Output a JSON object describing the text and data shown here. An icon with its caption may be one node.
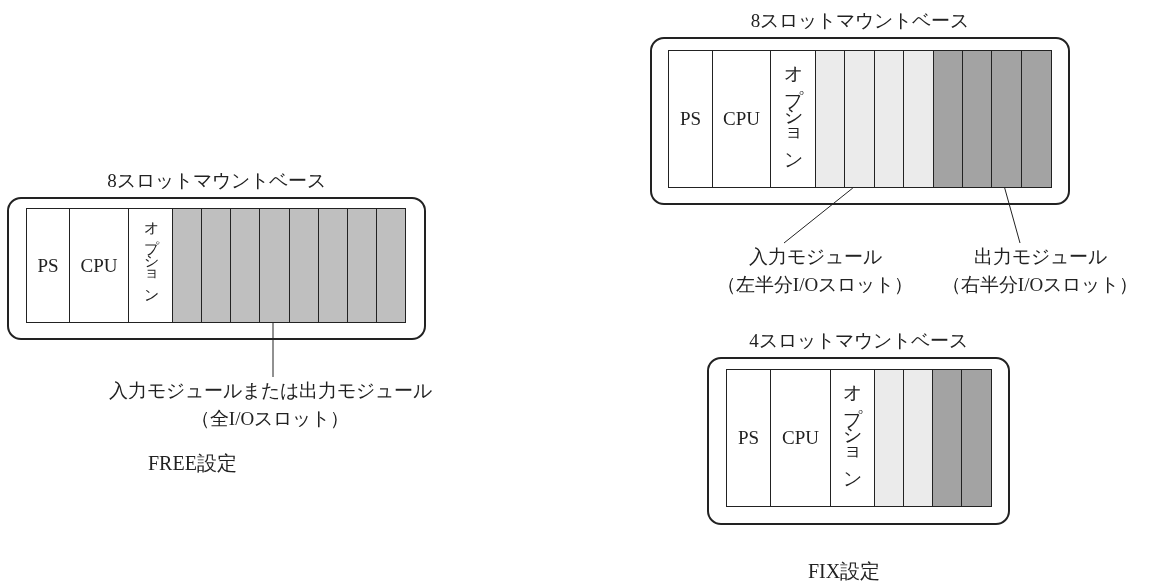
{
  "diagram": {
    "nodes": [
      {
        "text": [
          "8スロットマウントベース"
        ]
      },
      {
        "text": [
          "PS"
        ],
        "in": 0
      },
      {
        "text": [
          "CPU"
        ],
        "in": 0
      },
      {
        "text": [
          "オプション"
        ],
        "in": 0
      },
      {
        "text": [],
        "shape": "box",
        "in": 0
      },
      {
        "text": [],
        "shape": "box",
        "in": 4
      },
      {
        "text": [],
        "shape": "box",
        "in": 4
      },
      {
        "text": [],
        "shape": "box",
        "in": 4
      },
      {
        "text": [],
        "shape": "box",
        "in": 4
      },
      {
        "text": [],
        "shape": "box",
        "in": 4
      },
      {
        "text": [],
        "shape": "box",
        "in": 4
      },
      {
        "text": [],
        "shape": "box",
        "in": 4
      },
      {
        "text": [],
        "shape": "box",
        "in": 4
      },
      {
        "text": [
          "入力モジュールまたは出力モジュール",
          "（全I/Oスロット）"
        ]
      },
      {
        "text": [
          "8スロットマウントベース"
        ]
      },
      {
        "text": [
          "PS"
        ],
        "in": 14
      },
      {
        "text": [
          "CPU"
        ],
        "in": 14
      },
      {
        "text": [
          "オプション"
        ],
        "in": 14
      },
      {
        "text": [],
        "shape": "box",
        "in": 14
      },
      {
        "text": [],
        "shape": "box",
        "in": 14
      },
      {
        "text": [],
        "shape": "box",
        "in": 14
      },
      {
        "text": [],
        "shape": "box",
        "in": 14
      },
      {
        "text": [],
        "shape": "box",
        "in": 14
      },
      {
        "text": [],
        "shape": "box",
        "in": 14
      },
      {
        "text": [],
        "shape": "box",
        "in": 14
      },
      {
        "text": [],
        "shape": "box",
        "in": 14
      },
      {
        "text": [
          "入力モジュール",
          "（左半分I/Oスロット）"
        ]
      },
      {
        "text": [
          "出力モジュール",
          "（右半分I/Oスロット）"
        ]
      },
      {
        "text": [
          "4スロットマウントベース"
        ]
      },
      {
        "text": [
          "PS"
        ],
        "in": 28
      },
      {
        "text": [
          "CPU"
        ],
        "in": 28
      },
      {
        "text": [
          "オプション"
        ],
        "in": 28
      },
      {
        "text": [],
        "shape": "box",
        "in": 28
      },
      {
        "text": [],
        "shape": "box",
        "in": 28
      },
      {
        "text": [],
        "shape": "box",
        "in": 28
      },
      {
        "text": [],
        "shape": "box",
        "in": 28
      }
    ],
    "edges": [
      {
        "from": 13,
        "to": 4,
        "arrow": "none"
      },
      {
        "from": 26,
        "to": 19,
        "arrow": "none"
      },
      {
        "from": 27,
        "to": 24,
        "arrow": "none"
      }
    ],
    "labels": [
      "FREE設定",
      "FIX設定"
    ]
  }
}
